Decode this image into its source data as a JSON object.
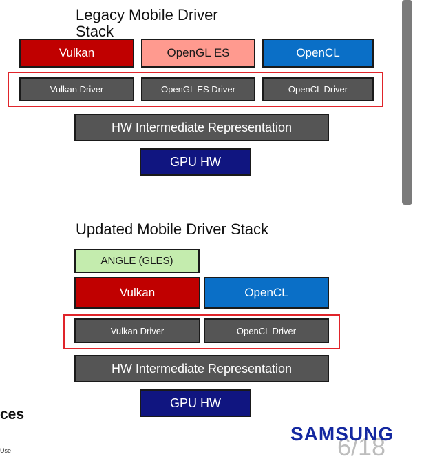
{
  "legacy": {
    "title": "Legacy Mobile Driver Stack",
    "apis": [
      "Vulkan",
      "OpenGL ES",
      "OpenCL"
    ],
    "drivers": [
      "Vulkan Driver",
      "OpenGL ES Driver",
      "OpenCL Driver"
    ],
    "ir": "HW Intermediate Representation",
    "gpu": "GPU HW"
  },
  "updated": {
    "title": "Updated Mobile Driver Stack",
    "angle": "ANGLE (GLES)",
    "apis": [
      "Vulkan",
      "OpenCL"
    ],
    "drivers": [
      "Vulkan Driver",
      "OpenCL Driver"
    ],
    "ir": "HW Intermediate Representation",
    "gpu": "GPU HW"
  },
  "footer": {
    "partial_heading": "ces",
    "partial_note": "Use",
    "brand": "SAMSUNG",
    "page_number": "6/18"
  },
  "colors": {
    "vulkan": "#c00000",
    "opengl_es": "#ff9a8f",
    "opencl": "#0a6fc7",
    "driver": "#555555",
    "gpu_hw": "#101580",
    "angle": "#c4ecae",
    "highlight_frame": "#e0242a",
    "brand": "#1428a0"
  }
}
